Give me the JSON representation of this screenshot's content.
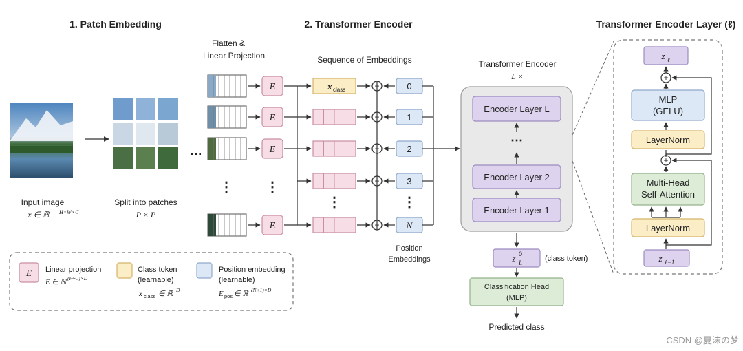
{
  "sections": {
    "patch_embedding": "1. Patch Embedding",
    "transformer_encoder": "2. Transformer Encoder",
    "encoder_layer": "Transformer Encoder Layer (ℓ)"
  },
  "patch": {
    "flatten_line1": "Flatten &",
    "flatten_line2": "Linear Projection",
    "input_label": "Input image",
    "input_math": "x ∈ ℝ",
    "input_sup": "H×W×C",
    "split_label": "Split into patches",
    "split_math": "P × P",
    "dots_h": "…",
    "dots_v": "⋮",
    "e_label": "E"
  },
  "sequence": {
    "title": "Sequence of Embeddings",
    "xclass_main": "x",
    "xclass_sub": "class",
    "plus": "+",
    "positions": [
      "0",
      "1",
      "2",
      "3",
      "N"
    ],
    "pos_label_line1": "Position",
    "pos_label_line2": "Embeddings"
  },
  "encoder": {
    "title_line1": "Transformer Encoder",
    "title_line2": "L ×",
    "layer_L": "Encoder Layer L",
    "dots": "⋯",
    "layer_2": "Encoder Layer 2",
    "layer_1": "Encoder Layer 1",
    "zL_main": "z",
    "zL_sub": "L",
    "zL_sup": "0",
    "class_token_note": "(class token)",
    "head_line1": "Classification Head",
    "head_line2": "(MLP)",
    "predicted": "Predicted class"
  },
  "layer_detail": {
    "z_out_main": "z",
    "z_out_sub": "ℓ",
    "mlp_line1": "MLP",
    "mlp_line2": "(GELU)",
    "layernorm_top": "LayerNorm",
    "mha_line1": "Multi-Head",
    "mha_line2": "Self-Attention",
    "layernorm_bottom": "LayerNorm",
    "z_in_main": "z",
    "z_in_sub": "ℓ−1"
  },
  "legend": {
    "e_label": "E",
    "lp_title": "Linear projection",
    "lp_math": "E ∈ ℝ",
    "lp_sup": "(P²·C)×D",
    "ct_line1": "Class token",
    "ct_line2": "(learnable)",
    "ct_math_main": "x",
    "ct_math_sub": "class",
    "ct_math_rest": " ∈ ℝ",
    "ct_sup": "D",
    "pe_line1": "Position embedding",
    "pe_line2": "(learnable)",
    "pe_math_main": "E",
    "pe_math_sub": "pos",
    "pe_math_rest": " ∈ ℝ",
    "pe_sup": "(N+1)×D"
  },
  "watermark": "CSDN @夏沫の梦",
  "colors": {
    "pink": "#f6dde6",
    "pink_stroke": "#c98ea2",
    "yellow": "#fbedc6",
    "yellow_stroke": "#d6b46a",
    "blue": "#dce8f6",
    "blue_stroke": "#8fa9cc",
    "purple": "#ddd3ee",
    "purple_stroke": "#9c8bbf",
    "green": "#dcecd7",
    "green_stroke": "#93b28a",
    "encoder_bg": "#e9e9e9"
  }
}
